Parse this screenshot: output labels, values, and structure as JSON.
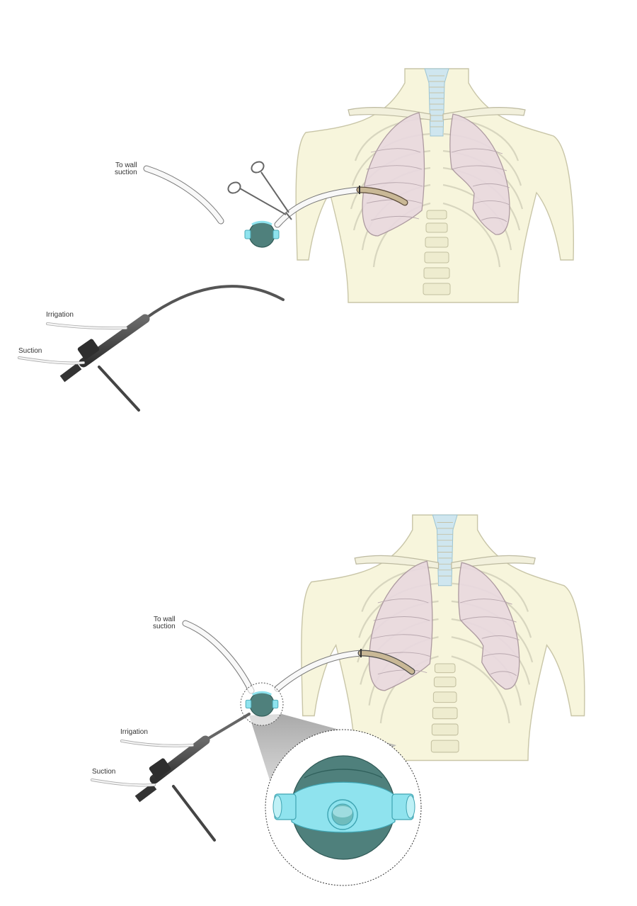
{
  "labels": {
    "to_wall": "To wall",
    "suction_line2": "suction",
    "irrigation": "Irrigation",
    "suction": "Suction"
  },
  "colors": {
    "torso": "#f7f5dc",
    "lung": "#e9d9df",
    "trachea": "#cfe6ef",
    "port_cyan": "#8fe3ee",
    "port_body": "#4f807c",
    "scope_dark": "#3f3f3f"
  }
}
